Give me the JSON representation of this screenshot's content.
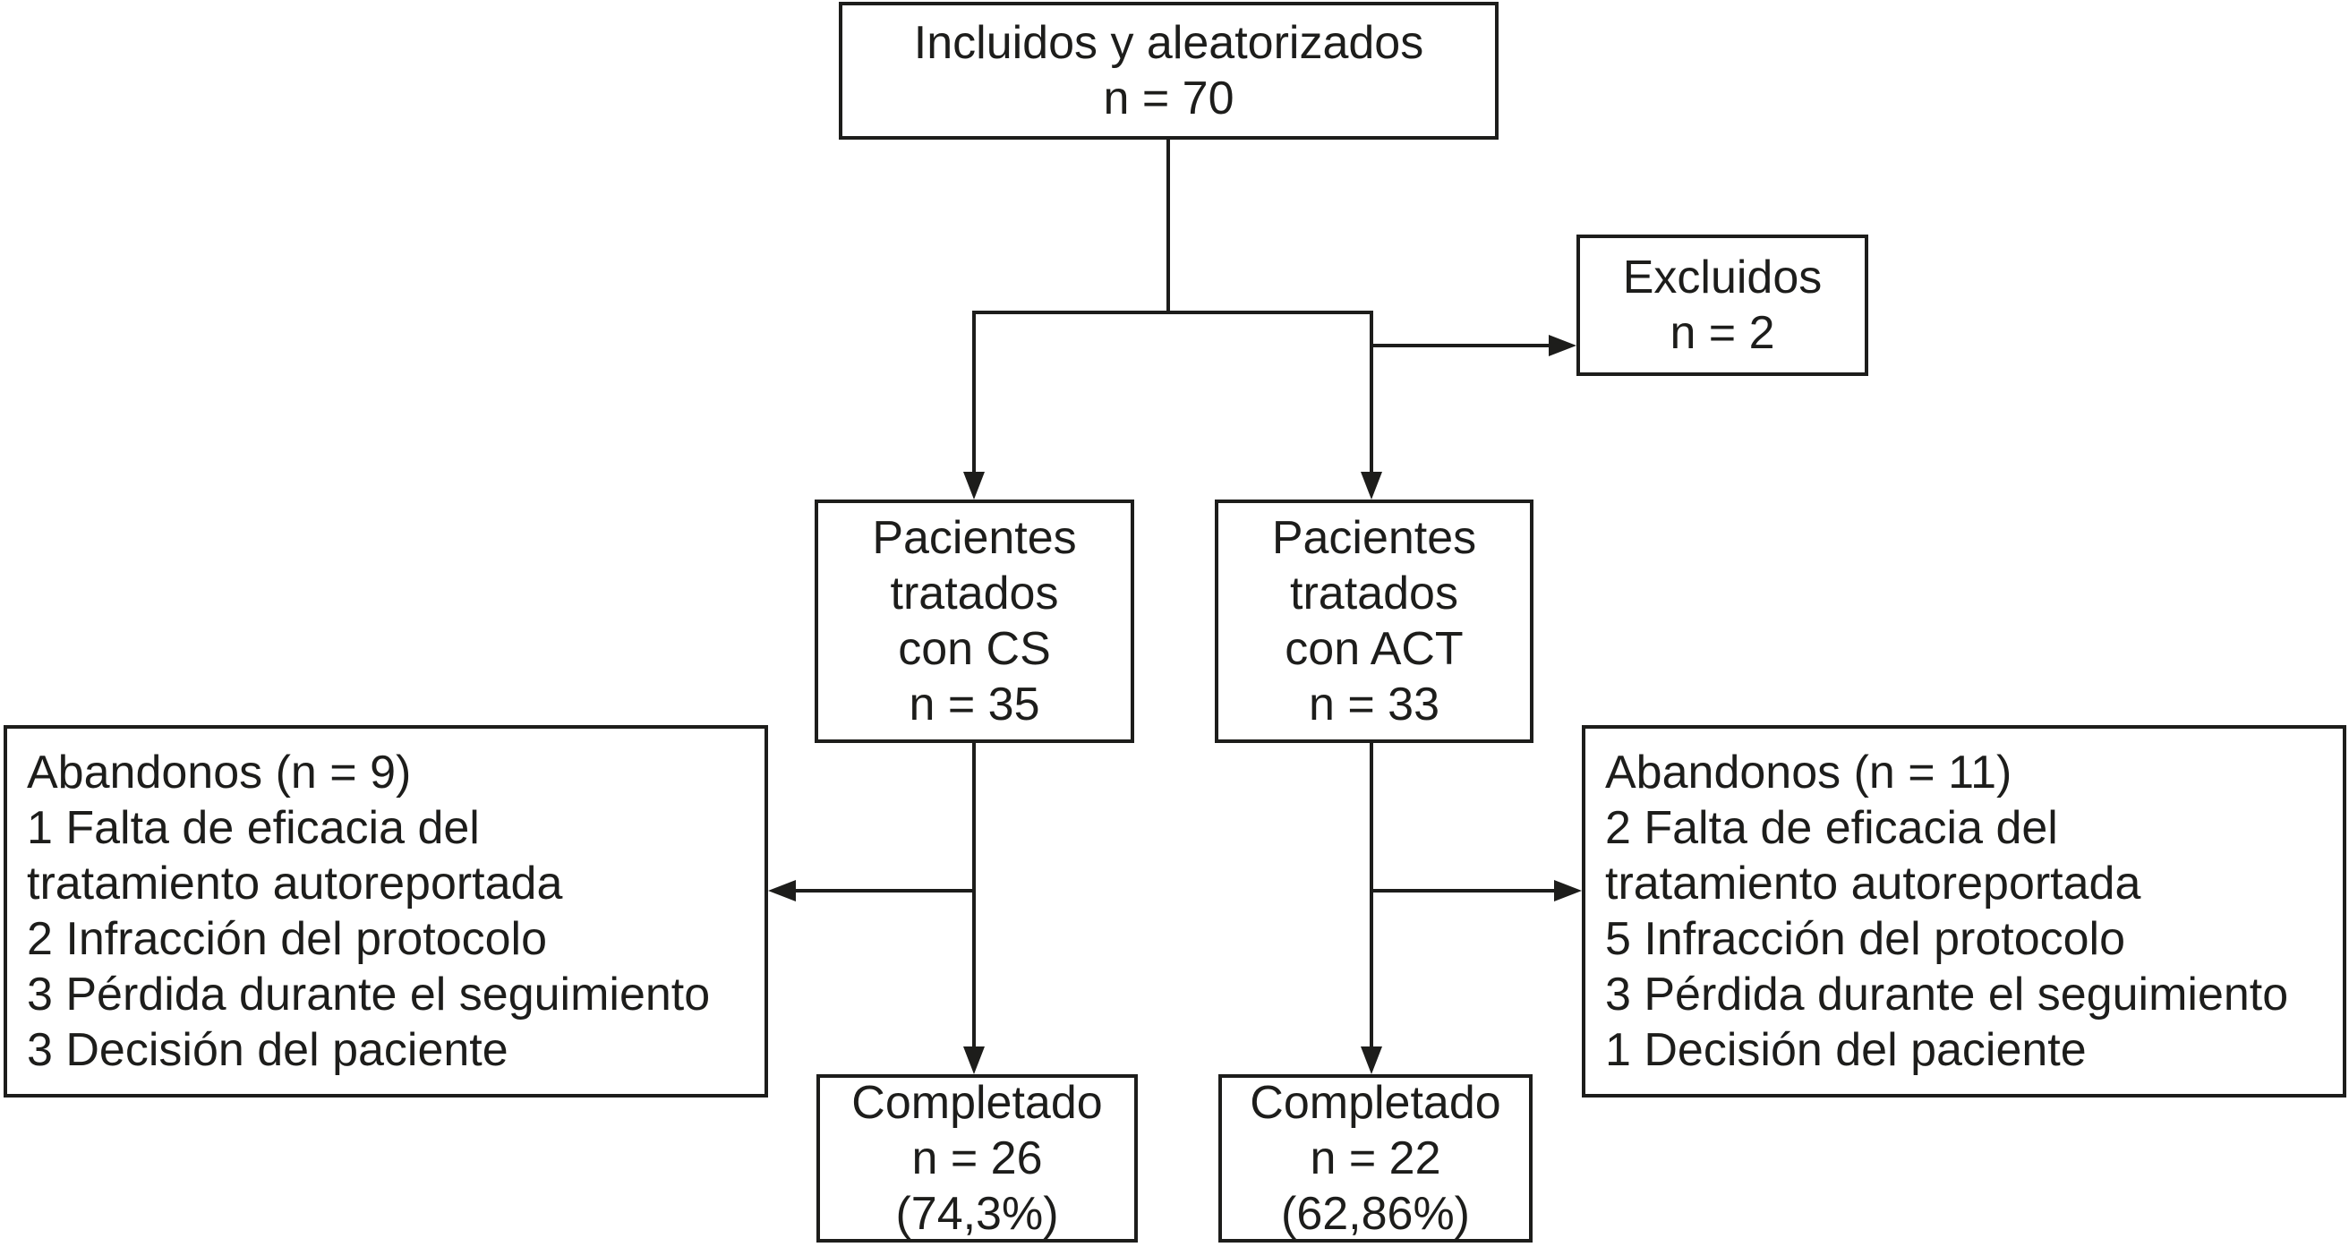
{
  "colors": {
    "background": "#ffffff",
    "line": "#1d1d1b",
    "text": "#1d1d1b"
  },
  "diagram": {
    "included": {
      "lines": [
        "Incluidos y aleatorizados",
        "n = 70"
      ]
    },
    "excluded": {
      "lines": [
        "Excluidos",
        "n = 2"
      ]
    },
    "cs_group": {
      "lines": [
        "Pacientes",
        "tratados",
        "con CS",
        "n = 35"
      ]
    },
    "act_group": {
      "lines": [
        "Pacientes",
        "tratados",
        "con ACT",
        "n = 33"
      ]
    },
    "cs_dropouts": {
      "lines": [
        "Abandonos (n = 9)",
        "1 Falta de eficacia del",
        "tratamiento autoreportada",
        "2 Infracción del protocolo",
        "3 Pérdida durante el seguimiento",
        "3 Decisión del paciente"
      ]
    },
    "act_dropouts": {
      "lines": [
        "Abandonos (n = 11)",
        "2 Falta de eficacia del",
        "tratamiento autoreportada",
        "5 Infracción del protocolo",
        "3 Pérdida durante el seguimiento",
        "1 Decisión del paciente"
      ]
    },
    "cs_completed": {
      "lines": [
        "Completado",
        "n = 26",
        "(74,3%)"
      ]
    },
    "act_completed": {
      "lines": [
        "Completado",
        "n = 22",
        "(62,86%)"
      ]
    }
  }
}
